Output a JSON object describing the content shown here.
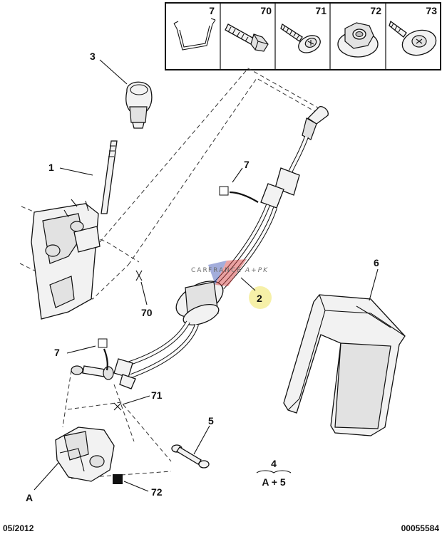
{
  "legend_table": {
    "headers": [
      "7",
      "70",
      "71",
      "72",
      "73"
    ],
    "icons": [
      "clip-bracket-icon",
      "hex-bolt-icon",
      "flange-screw-icon",
      "flange-nut-icon",
      "washer-screw-icon"
    ]
  },
  "callouts": {
    "c3": "3",
    "c1": "1",
    "c70": "70",
    "c7_upper": "7",
    "c2": "2",
    "c6": "6",
    "c7_lower": "7",
    "c71": "71",
    "c5": "5",
    "c4": "4",
    "kit": "A + 5",
    "cA": "A",
    "c72": "72"
  },
  "watermark": {
    "left": "CAR",
    "mid": "FRANCE",
    "right": "A+PK"
  },
  "footer": {
    "date": "05/2012",
    "doc_number": "00055584"
  },
  "colors": {
    "highlight": "#f6f0a8",
    "watermark_red": "#d43a3a",
    "watermark_blue": "#3a4fb0"
  }
}
